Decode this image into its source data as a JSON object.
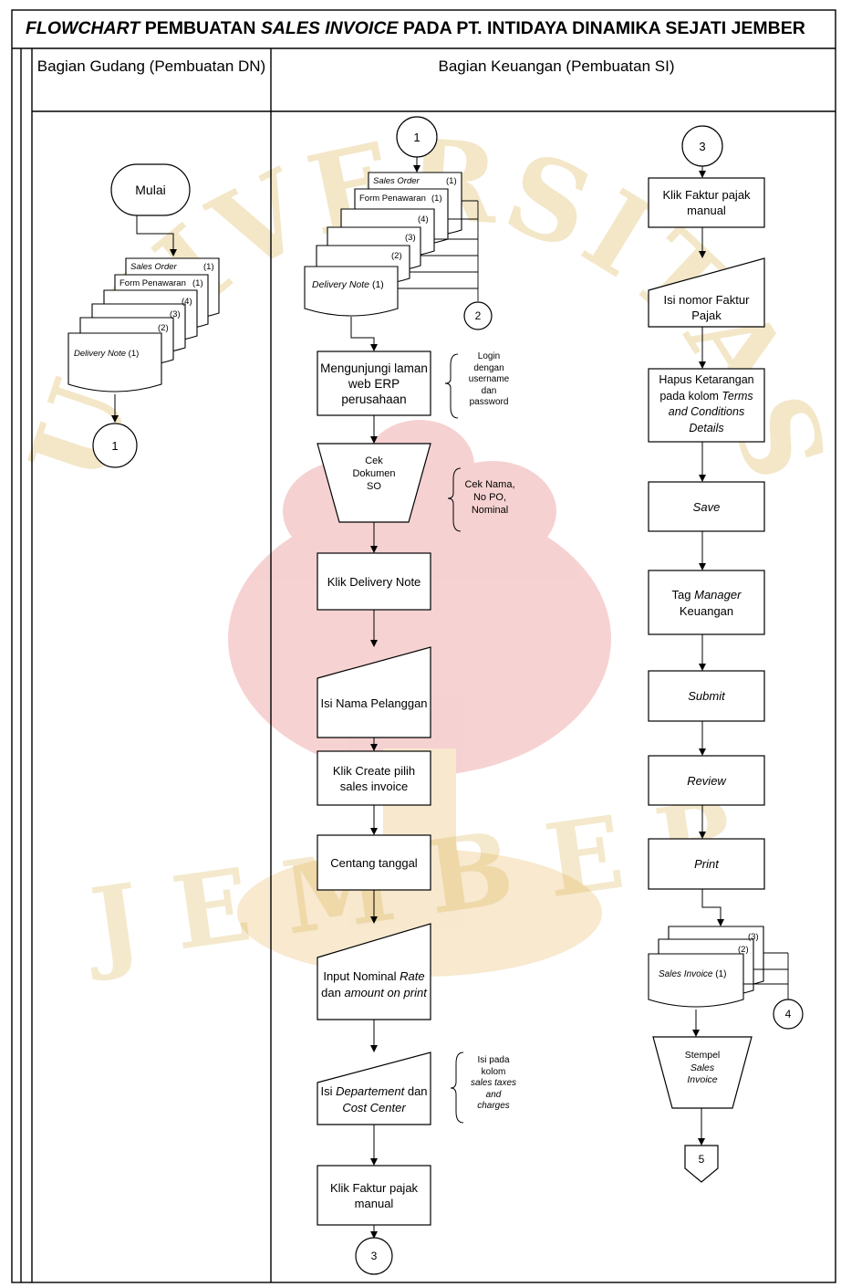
{
  "title": {
    "part1": "FLOWCHART",
    "part2": " PEMBUATAN ",
    "part3": "SALES INVOICE",
    "part4": " PADA PT. INTIDAYA DINAMIKA SEJATI JEMBER"
  },
  "lanes": {
    "gudang": "Bagian Gudang (Pembuatan DN)",
    "keuangan": "Bagian Keuangan (Pembuatan SI)"
  },
  "watermark": {
    "top": "UNIVERSITAS",
    "bottom": "JEMBER"
  },
  "gudang": {
    "start": "Mulai",
    "docs": {
      "sales_order": "Sales Order",
      "sales_order_copy": "(1)",
      "form_penawaran": "Form Penawaran",
      "form_penawaran_copy": "(1)",
      "copy4": "(4)",
      "copy3": "(3)",
      "copy2": "(2)",
      "delivery_note": "Delivery Note",
      "delivery_note_copy": "(1)"
    },
    "connector_out": "1"
  },
  "keuangan_col1": {
    "connector_in": "1",
    "docs": {
      "sales_order": "Sales Order",
      "sales_order_copy": "(1)",
      "form_penawaran": "Form Penawaran",
      "form_penawaran_copy": "(1)",
      "copy4": "(4)",
      "copy3": "(3)",
      "copy2": "(2)",
      "delivery_note": "Delivery Note",
      "delivery_note_copy": "(1)"
    },
    "connector_2": "2",
    "step1": "Mengunjungi laman web ERP perusahaan",
    "note1": {
      "a": "Login",
      "b": "dengan",
      "c": "username",
      "d": "dan",
      "e": "password"
    },
    "check1": {
      "a": "Cek",
      "b": "Dokumen",
      "c": "SO"
    },
    "note2": {
      "a": "Cek Nama,",
      "b": "No PO,",
      "c": "Nominal"
    },
    "step2": "Klik Delivery Note",
    "input1": "Isi Nama Pelanggan",
    "step3": "Klik Create pilih sales invoice",
    "step4": "Centang tanggal",
    "input2": {
      "a": "Input Nominal ",
      "b": "Rate",
      "c": "dan ",
      "d": "amount on print"
    },
    "input3": {
      "a": "Isi ",
      "b": "Departement",
      "c": " dan",
      "d": "Cost Center"
    },
    "note3": {
      "a": "Isi pada",
      "b": "kolom",
      "c": "sales taxes",
      "d": "and",
      "e": "charges"
    },
    "step5": "Klik Faktur pajak manual",
    "connector_3": "3"
  },
  "keuangan_col2": {
    "connector_in": "3",
    "step1": "Klik Faktur pajak manual",
    "input1": "Isi nomor Faktur Pajak",
    "step2": {
      "a": "Hapus Ketarangan",
      "b": "pada kolom ",
      "c": "Terms",
      "d": "and Conditions",
      "e": "Details"
    },
    "save": "Save",
    "tag": {
      "a": "Tag ",
      "b": "Manager",
      "c": "Keuangan"
    },
    "submit": "Submit",
    "review": "Review",
    "print": "Print",
    "docs": {
      "copy3": "(3)",
      "copy2": "(2)",
      "sales_invoice": "Sales Invoice",
      "sales_invoice_copy": "(1)"
    },
    "connector_4": "4",
    "stamp": {
      "a": "Stempel",
      "b": "Sales",
      "c": "Invoice"
    },
    "offpage": "5"
  }
}
